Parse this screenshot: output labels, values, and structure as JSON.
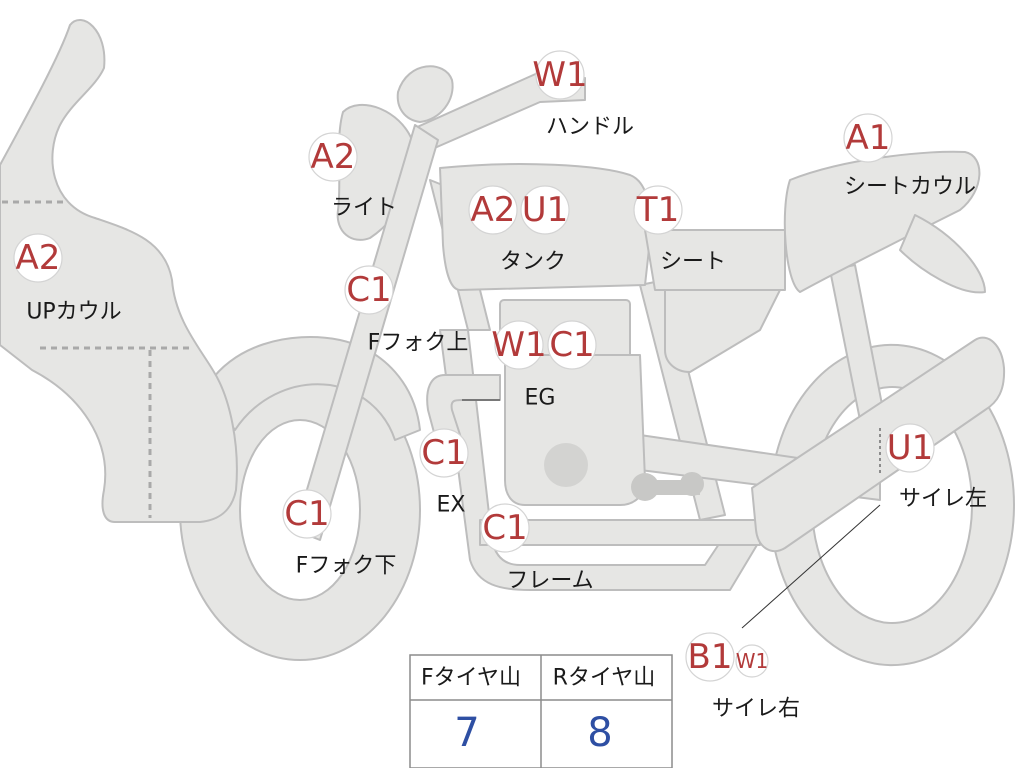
{
  "colors": {
    "part_fill": "#e6e6e4",
    "part_stroke": "#bdbdbd",
    "code": "#b23a3a",
    "label": "#1a1a1a",
    "value": "#2e4fa3"
  },
  "parts": {
    "up_cowl": {
      "codes": [
        "A2"
      ],
      "label": "UPカウル"
    },
    "light": {
      "codes": [
        "A2"
      ],
      "label": "ライト"
    },
    "handle": {
      "codes": [
        "W1"
      ],
      "label": "ハンドル"
    },
    "tank": {
      "codes": [
        "A2",
        "U1"
      ],
      "label": "タンク"
    },
    "seat": {
      "codes": [
        "T1"
      ],
      "label": "シート"
    },
    "seat_cowl": {
      "codes": [
        "A1"
      ],
      "label": "シートカウル"
    },
    "fork_upper": {
      "codes": [
        "C1"
      ],
      "label": "Fフォク上"
    },
    "engine": {
      "codes": [
        "W1",
        "C1"
      ],
      "label": "EG"
    },
    "exhaust": {
      "codes": [
        "C1"
      ],
      "label": "EX"
    },
    "fork_lower": {
      "codes": [
        "C1"
      ],
      "label": "Fフォク下"
    },
    "frame": {
      "codes": [
        "C1"
      ],
      "label": "フレーム"
    },
    "muffler_left": {
      "codes": [
        "U1"
      ],
      "label": "サイレ左"
    },
    "muffler_right": {
      "codes": [
        "B1",
        "W1"
      ],
      "label": "サイレ右"
    }
  },
  "tire_table": {
    "headers": [
      "Fタイヤ山",
      "Rタイヤ山"
    ],
    "values": [
      "7",
      "8"
    ]
  }
}
